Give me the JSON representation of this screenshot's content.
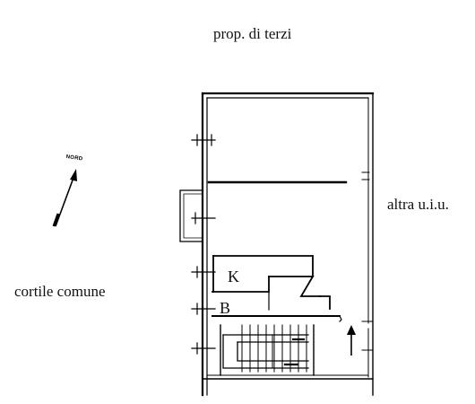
{
  "labels": {
    "top_neighbor": "prop. di terzi",
    "right_neighbor": "altra u.i.u.",
    "left_courtyard": "cortile comune",
    "kitchen": "K",
    "bathroom": "B",
    "north": "NORD"
  },
  "icons": {
    "north_arrow": "north-arrow-icon",
    "entrance_arrow": "up-arrow-icon"
  },
  "colors": {
    "ink": "#000000",
    "paper": "#ffffff"
  }
}
